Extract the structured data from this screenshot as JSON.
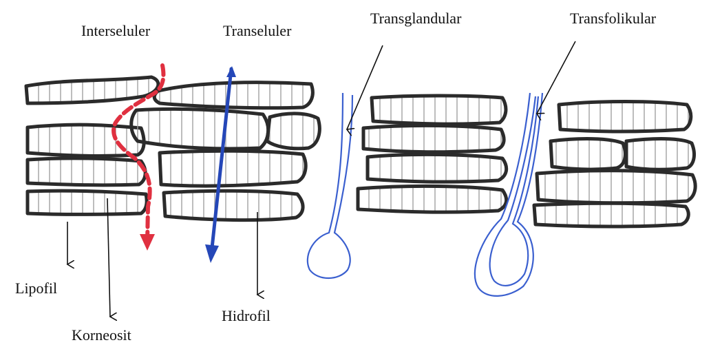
{
  "labels": {
    "interseluler": "Interseluler",
    "transeluler": "Transeluler",
    "transglandular": "Transglandular",
    "transfolikular": "Transfolikular",
    "lipofil": "Lipofil",
    "korneosit": "Korneosit",
    "hidrofil": "Hidrofil"
  },
  "colors": {
    "cell_outline": "#2b2b2b",
    "cell_stripe": "#9a9a9a",
    "intercellular_path": "#e03040",
    "transcellular_path": "#2547b8",
    "appendage_outline": "#3a5fcf",
    "annotation": "#111111"
  }
}
